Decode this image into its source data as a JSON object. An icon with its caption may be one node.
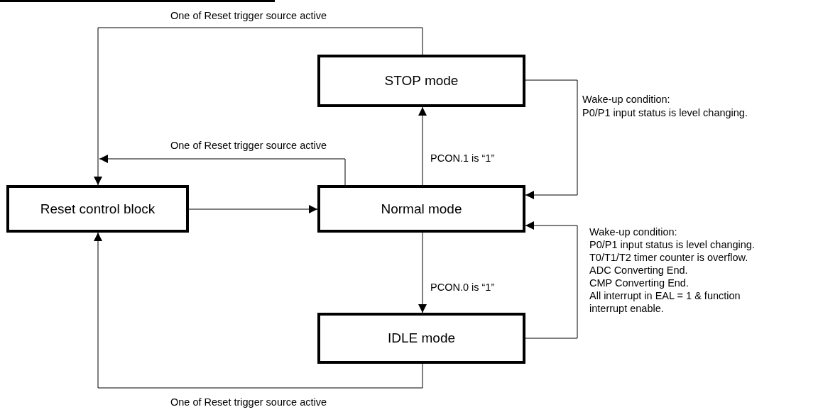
{
  "diagram": {
    "nodes": [
      {
        "text": [
          "STOP mode"
        ]
      },
      {
        "text": [
          "Reset control block"
        ]
      },
      {
        "text": [
          "Normal mode"
        ]
      },
      {
        "text": [
          "IDLE mode"
        ]
      }
    ],
    "edges": [
      {
        "from": 0,
        "to": 1,
        "arrow": "to",
        "label": "One of Reset trigger source active"
      },
      {
        "from": 2,
        "to": 1,
        "arrow": "to",
        "label": "One of Reset trigger source active"
      },
      {
        "from": 1,
        "to": 2,
        "arrow": "to"
      },
      {
        "from": 2,
        "to": 0,
        "arrow": "to",
        "label": "PCON.1 is “1”"
      },
      {
        "from": 0,
        "to": 2,
        "arrow": "to",
        "label": "Wake-up condition:"
      },
      {
        "from": 2,
        "to": 3,
        "arrow": "to",
        "label": "PCON.0 is “1”"
      },
      {
        "from": 3,
        "to": 2,
        "arrow": "to",
        "label": "Wake-up condition:"
      },
      {
        "from": 3,
        "to": 1,
        "arrow": "to",
        "label": "One of Reset trigger source active"
      }
    ],
    "labels": [
      "P0/P1 input status is level changing.",
      "P0/P1 input status is level changing.",
      "T0/T1/T2 timer counter is overflow.",
      "ADC Converting End.",
      "CMP Converting End.",
      "All interrupt in EAL = 1 & function interrupt enable."
    ]
  }
}
